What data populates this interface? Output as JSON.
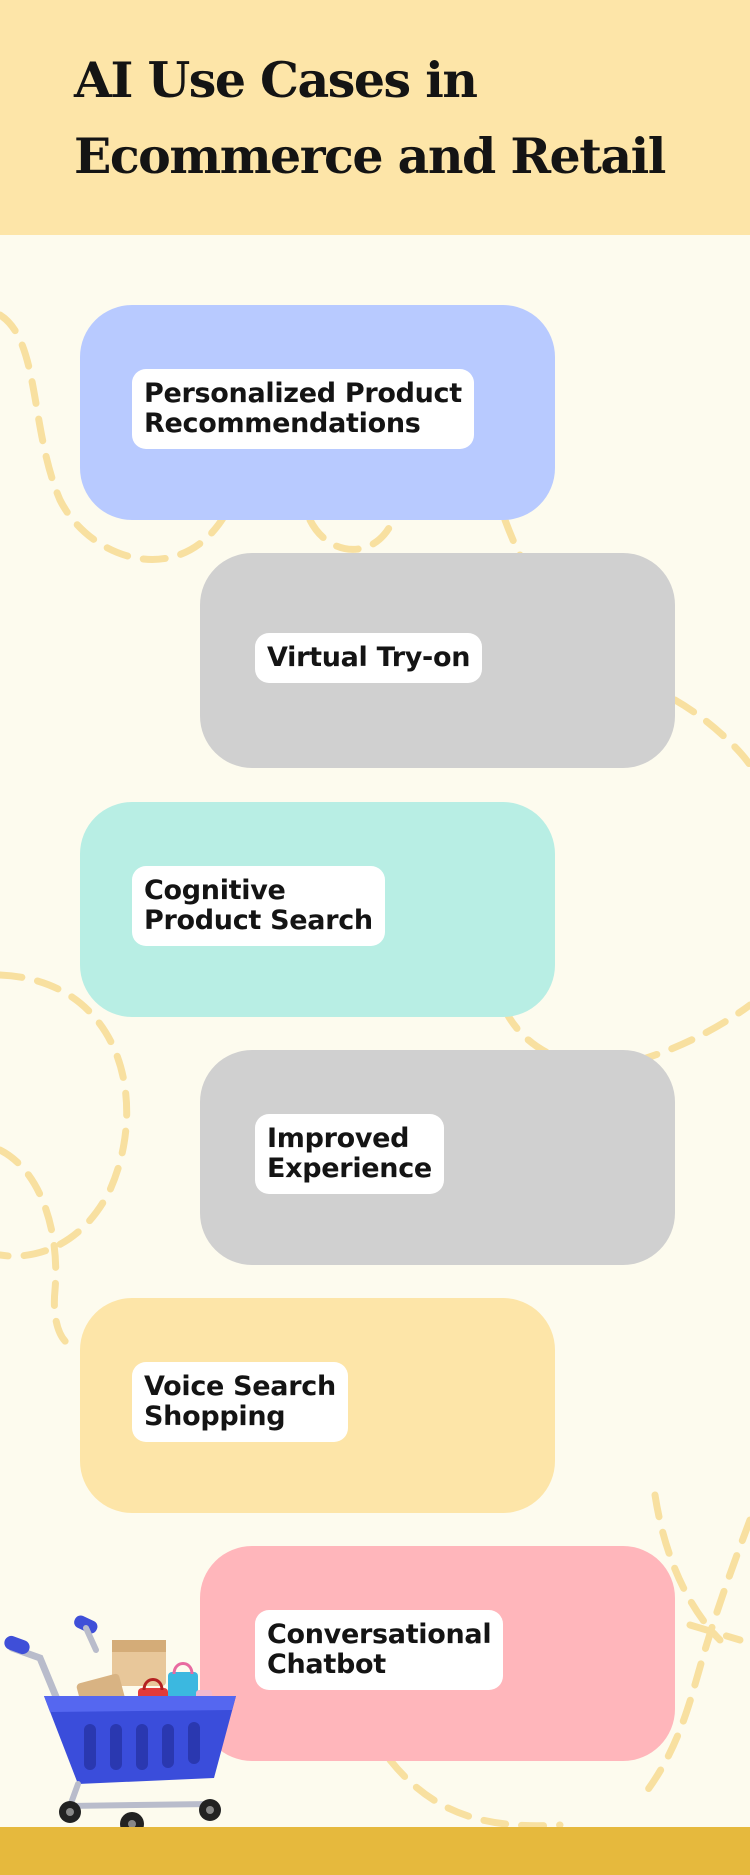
{
  "header": {
    "title_line1": "AI Use Cases in",
    "title_line2": "Ecommerce and Retail"
  },
  "cards": [
    {
      "line1": "Personalized Product",
      "line2": "Recommendations",
      "color": "#b8caff"
    },
    {
      "line1": "Virtual Try-on",
      "line2": "",
      "color": "#d0d0d0"
    },
    {
      "line1": "Cognitive",
      "line2": "Product Search",
      "color": "#b8eee4"
    },
    {
      "line1": "Improved",
      "line2": "Experience",
      "color": "#d0d0d0"
    },
    {
      "line1": "Voice Search",
      "line2": "Shopping",
      "color": "#fde5a8"
    },
    {
      "line1": "Conversational",
      "line2": "Chatbot",
      "color": "#ffb6bb"
    }
  ],
  "colors": {
    "background": "#fdfbee",
    "header_band": "#fde5a8",
    "footer_band": "#e6b93d",
    "dashed_line": "#f8e0a0"
  },
  "icons": [
    "shopping-cart-icon"
  ]
}
